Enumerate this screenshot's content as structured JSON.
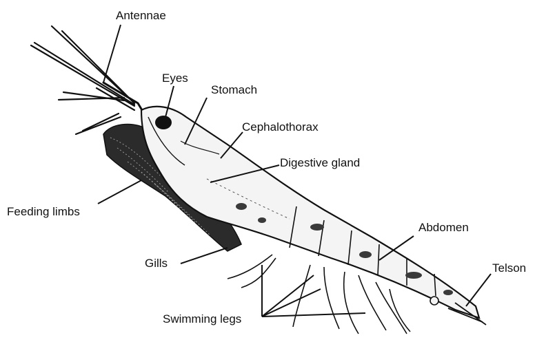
{
  "diagram": {
    "labels": {
      "antennae": "Antennae",
      "eyes": "Eyes",
      "stomach": "Stomach",
      "cephalothorax": "Cephalothorax",
      "digestive_gland": "Digestive gland",
      "feeding_limbs": "Feeding limbs",
      "abdomen": "Abdomen",
      "gills": "Gills",
      "telson": "Telson",
      "swimming_legs": "Swimming legs"
    },
    "colors": {
      "ink": "#111111",
      "body_fill": "#f4f4f4",
      "shade": "#3a3a3a",
      "background": "#ffffff"
    }
  }
}
